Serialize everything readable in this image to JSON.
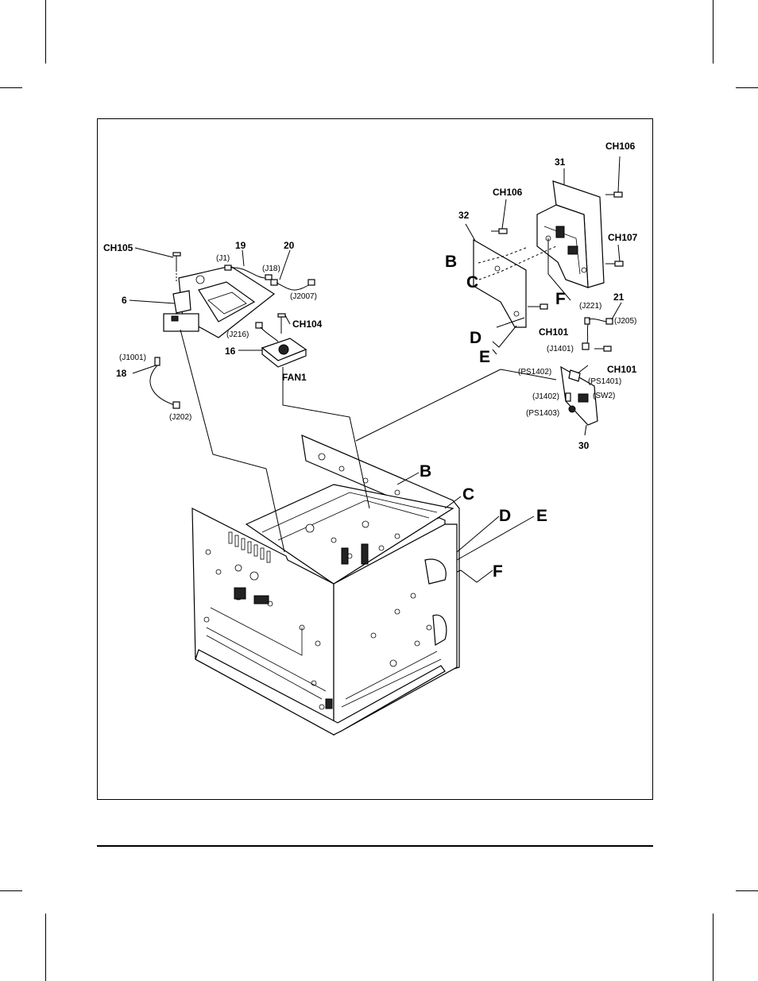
{
  "diagram": {
    "part_numbers": {
      "p6": "6",
      "p16": "16",
      "p18": "18",
      "p19": "19",
      "p20": "20",
      "p21": "21",
      "p30": "30",
      "p31": "31",
      "p32": "32"
    },
    "screws": {
      "ch105": "CH105",
      "ch104": "CH104",
      "ch106_a": "CH106",
      "ch106_b": "CH106",
      "ch107": "CH107",
      "ch101_a": "CH101",
      "ch101_b": "CH101"
    },
    "fan": "FAN1",
    "connectors": {
      "j1": "(J1)",
      "j18": "(J18)",
      "j2007": "(J2007)",
      "j216": "(J216)",
      "j1001": "(J1001)",
      "j202": "(J202)",
      "j221": "(J221)",
      "j205": "(J205)",
      "j1401": "(J1401)",
      "ps1402": "(PS1402)",
      "ps1401": "(PS1401)",
      "j1402": "(J1402)",
      "sw2": "(SW2)",
      "ps1403": "(PS1403)"
    },
    "callouts": {
      "b": "B",
      "c": "C",
      "d": "D",
      "e": "E",
      "f": "F"
    }
  }
}
